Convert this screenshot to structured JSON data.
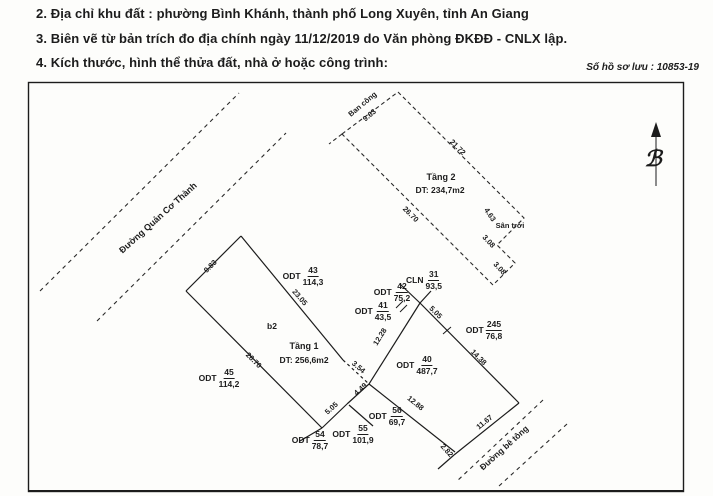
{
  "header": {
    "line2": "2. Địa chỉ khu đất : phường Bình Khánh, thành phố Long Xuyên, tỉnh An Giang",
    "line3": "3. Biên vẽ từ bản trích đo địa chính ngày 11/12/2019 do Văn phòng ĐKĐĐ - CNLX lập.",
    "line4": "4. Kích thước, hình thể thửa đất, nhà ở hoặc công trình:",
    "file_no": "Số hồ sơ lưu : 10853-19"
  },
  "drawing": {
    "north_symbol": "ℬ",
    "buildings": {
      "tang2": "Tầng 2",
      "tang2_dt": "DT: 234,7m2",
      "tang1": "Tầng 1",
      "tang1_dt": "DT: 256,6m2",
      "b2": "b2",
      "ban_cong": "Ban công",
      "san_troi": "Sân trời"
    },
    "roads": {
      "left": "Đường Quản Cơ Thành",
      "bottom": "Đường bê tông"
    },
    "dims": {
      "v9_63": "9.63",
      "v21_72": "21.72",
      "v26_70_t2": "26.70",
      "v4_63": "4.63",
      "v3_08a": "3.08",
      "v3_08b": "3.08",
      "v9_83": "9.83",
      "v23_05": "23.05",
      "v26_70": "26.70",
      "v3_54": "3.54",
      "v4_49": "4.49",
      "v5_05a": "5.05",
      "v12_88": "12.88",
      "v2_82": "2.82",
      "v11_67": "11.67",
      "v12_28": "12.28",
      "v5_05b": "5.05",
      "v14_38": "14.38"
    },
    "parcels": {
      "p43": {
        "type": "ODT",
        "num": "43",
        "area": "114,3"
      },
      "p45": {
        "type": "ODT",
        "num": "45",
        "area": "114,2"
      },
      "p42": {
        "type": "ODT",
        "num": "42",
        "area": "75,2"
      },
      "p41": {
        "type": "ODT",
        "num": "41",
        "area": "43,5"
      },
      "p31": {
        "type": "CLN",
        "num": "31",
        "area": "93,5"
      },
      "p245": {
        "type": "ODT",
        "num": "245",
        "area": "76,8"
      },
      "p40": {
        "type": "ODT",
        "num": "40",
        "area": "487,7"
      },
      "p54": {
        "type": "ODT",
        "num": "54",
        "area": "78,7"
      },
      "p55": {
        "type": "ODT",
        "num": "55",
        "area": "101,9"
      },
      "p56": {
        "type": "ODT",
        "num": "56",
        "area": "69,7"
      }
    }
  }
}
